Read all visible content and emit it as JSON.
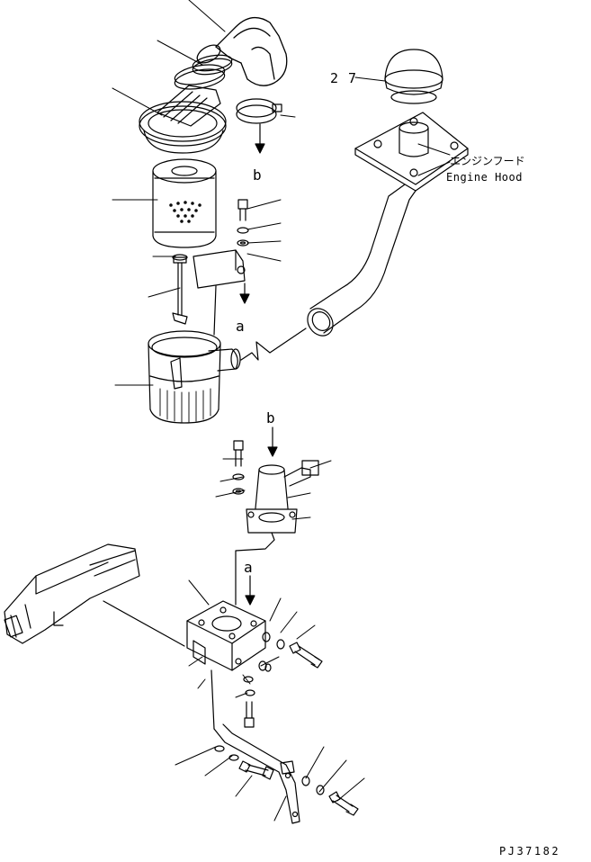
{
  "labels": {
    "part_27": "2 7",
    "hood_jp": "エンジンフード",
    "hood_en": "Engine Hood",
    "ref_b_top": "b",
    "ref_a_top": "a",
    "ref_b_mid": "b",
    "ref_a_mid": "a",
    "drawing_no": "PJ37182"
  }
}
